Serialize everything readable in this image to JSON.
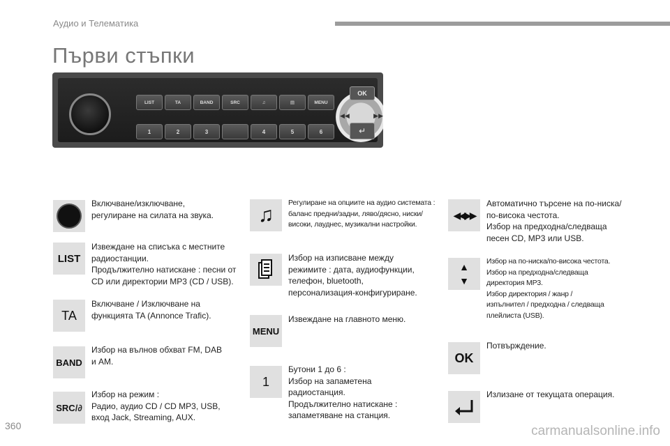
{
  "header": {
    "section": "Аудио и Телематика"
  },
  "title": "Първи стъпки",
  "panel": {
    "top_buttons": [
      "LIST",
      "TA",
      "BAND",
      "SRC",
      "",
      "",
      "MENU"
    ],
    "bottom_buttons": [
      "1",
      "2",
      "3",
      "",
      "4",
      "5",
      "6"
    ],
    "ok": "OK"
  },
  "items": [
    {
      "id": "power",
      "icon": "knob-icon",
      "label": "",
      "text": "Включване/изключване,\nрегулиране на силата на звука."
    },
    {
      "id": "list",
      "icon": "list-icon",
      "label": "LIST",
      "text": "Извеждане на списъка с местните\nрадиостанции.\nПродължително натискане : песни от\nCD или директории MP3 (CD / USB)."
    },
    {
      "id": "ta",
      "icon": "ta-icon",
      "label": "TA",
      "text": "Включване / Изключване на\nфункцията TA (Annonce Trafic)."
    },
    {
      "id": "band",
      "icon": "band-icon",
      "label": "BAND",
      "text": "Избор на вълнов обхват FM, DAB\nи AM."
    },
    {
      "id": "src",
      "icon": "src-icon",
      "label": "SRC",
      "text": "Избор на режим :\nРадио, аудио CD / CD MP3, USB,\nвход Jack, Streaming, AUX."
    },
    {
      "id": "music",
      "icon": "music-note-icon",
      "label": "",
      "text": "Регулиране на опциите на аудио системата :\nбаланс предни/задни, ляво/дясно, ниски/\nвисоки, лауднес, музикални настройки."
    },
    {
      "id": "display",
      "icon": "display-mode-icon",
      "label": "",
      "text": "Избор на изписване между\nрежимите : дата, аудиофункции,\nтелефон, bluetooth,\nперсонализация-конфигуриране."
    },
    {
      "id": "menu",
      "icon": "menu-icon",
      "label": "MENU",
      "text": "Извеждане на главното меню."
    },
    {
      "id": "preset",
      "icon": "preset-icon",
      "label": "1",
      "text": "Бутони 1 до 6 :\nИзбор на запаметена\nрадиостанция.\nПродължително натискане :\nзапаметяване на станция."
    },
    {
      "id": "seek",
      "icon": "seek-arrows-icon",
      "label": "",
      "text": "Автоматично търсене на по-ниска/\nпо-висока честота.\nИзбор на предходна/следваща\nпесен CD, MP3 или USB."
    },
    {
      "id": "updown",
      "icon": "up-down-arrows-icon",
      "label": "",
      "text": "Избор на по-ниска/по-висока честота.\nИзбор на предходна/следваща\nдиректория MP3.\nИзбор директория / жанр /\nизпълнител / предходна / следваща\nплейлиста (USB)."
    },
    {
      "id": "ok",
      "icon": "ok-icon",
      "label": "OK",
      "text": "Потвърждение."
    },
    {
      "id": "back",
      "icon": "back-icon",
      "label": "",
      "text": "Излизане от текущата операция."
    }
  ],
  "page_number": "360",
  "watermark": "carmanualsonline.info"
}
